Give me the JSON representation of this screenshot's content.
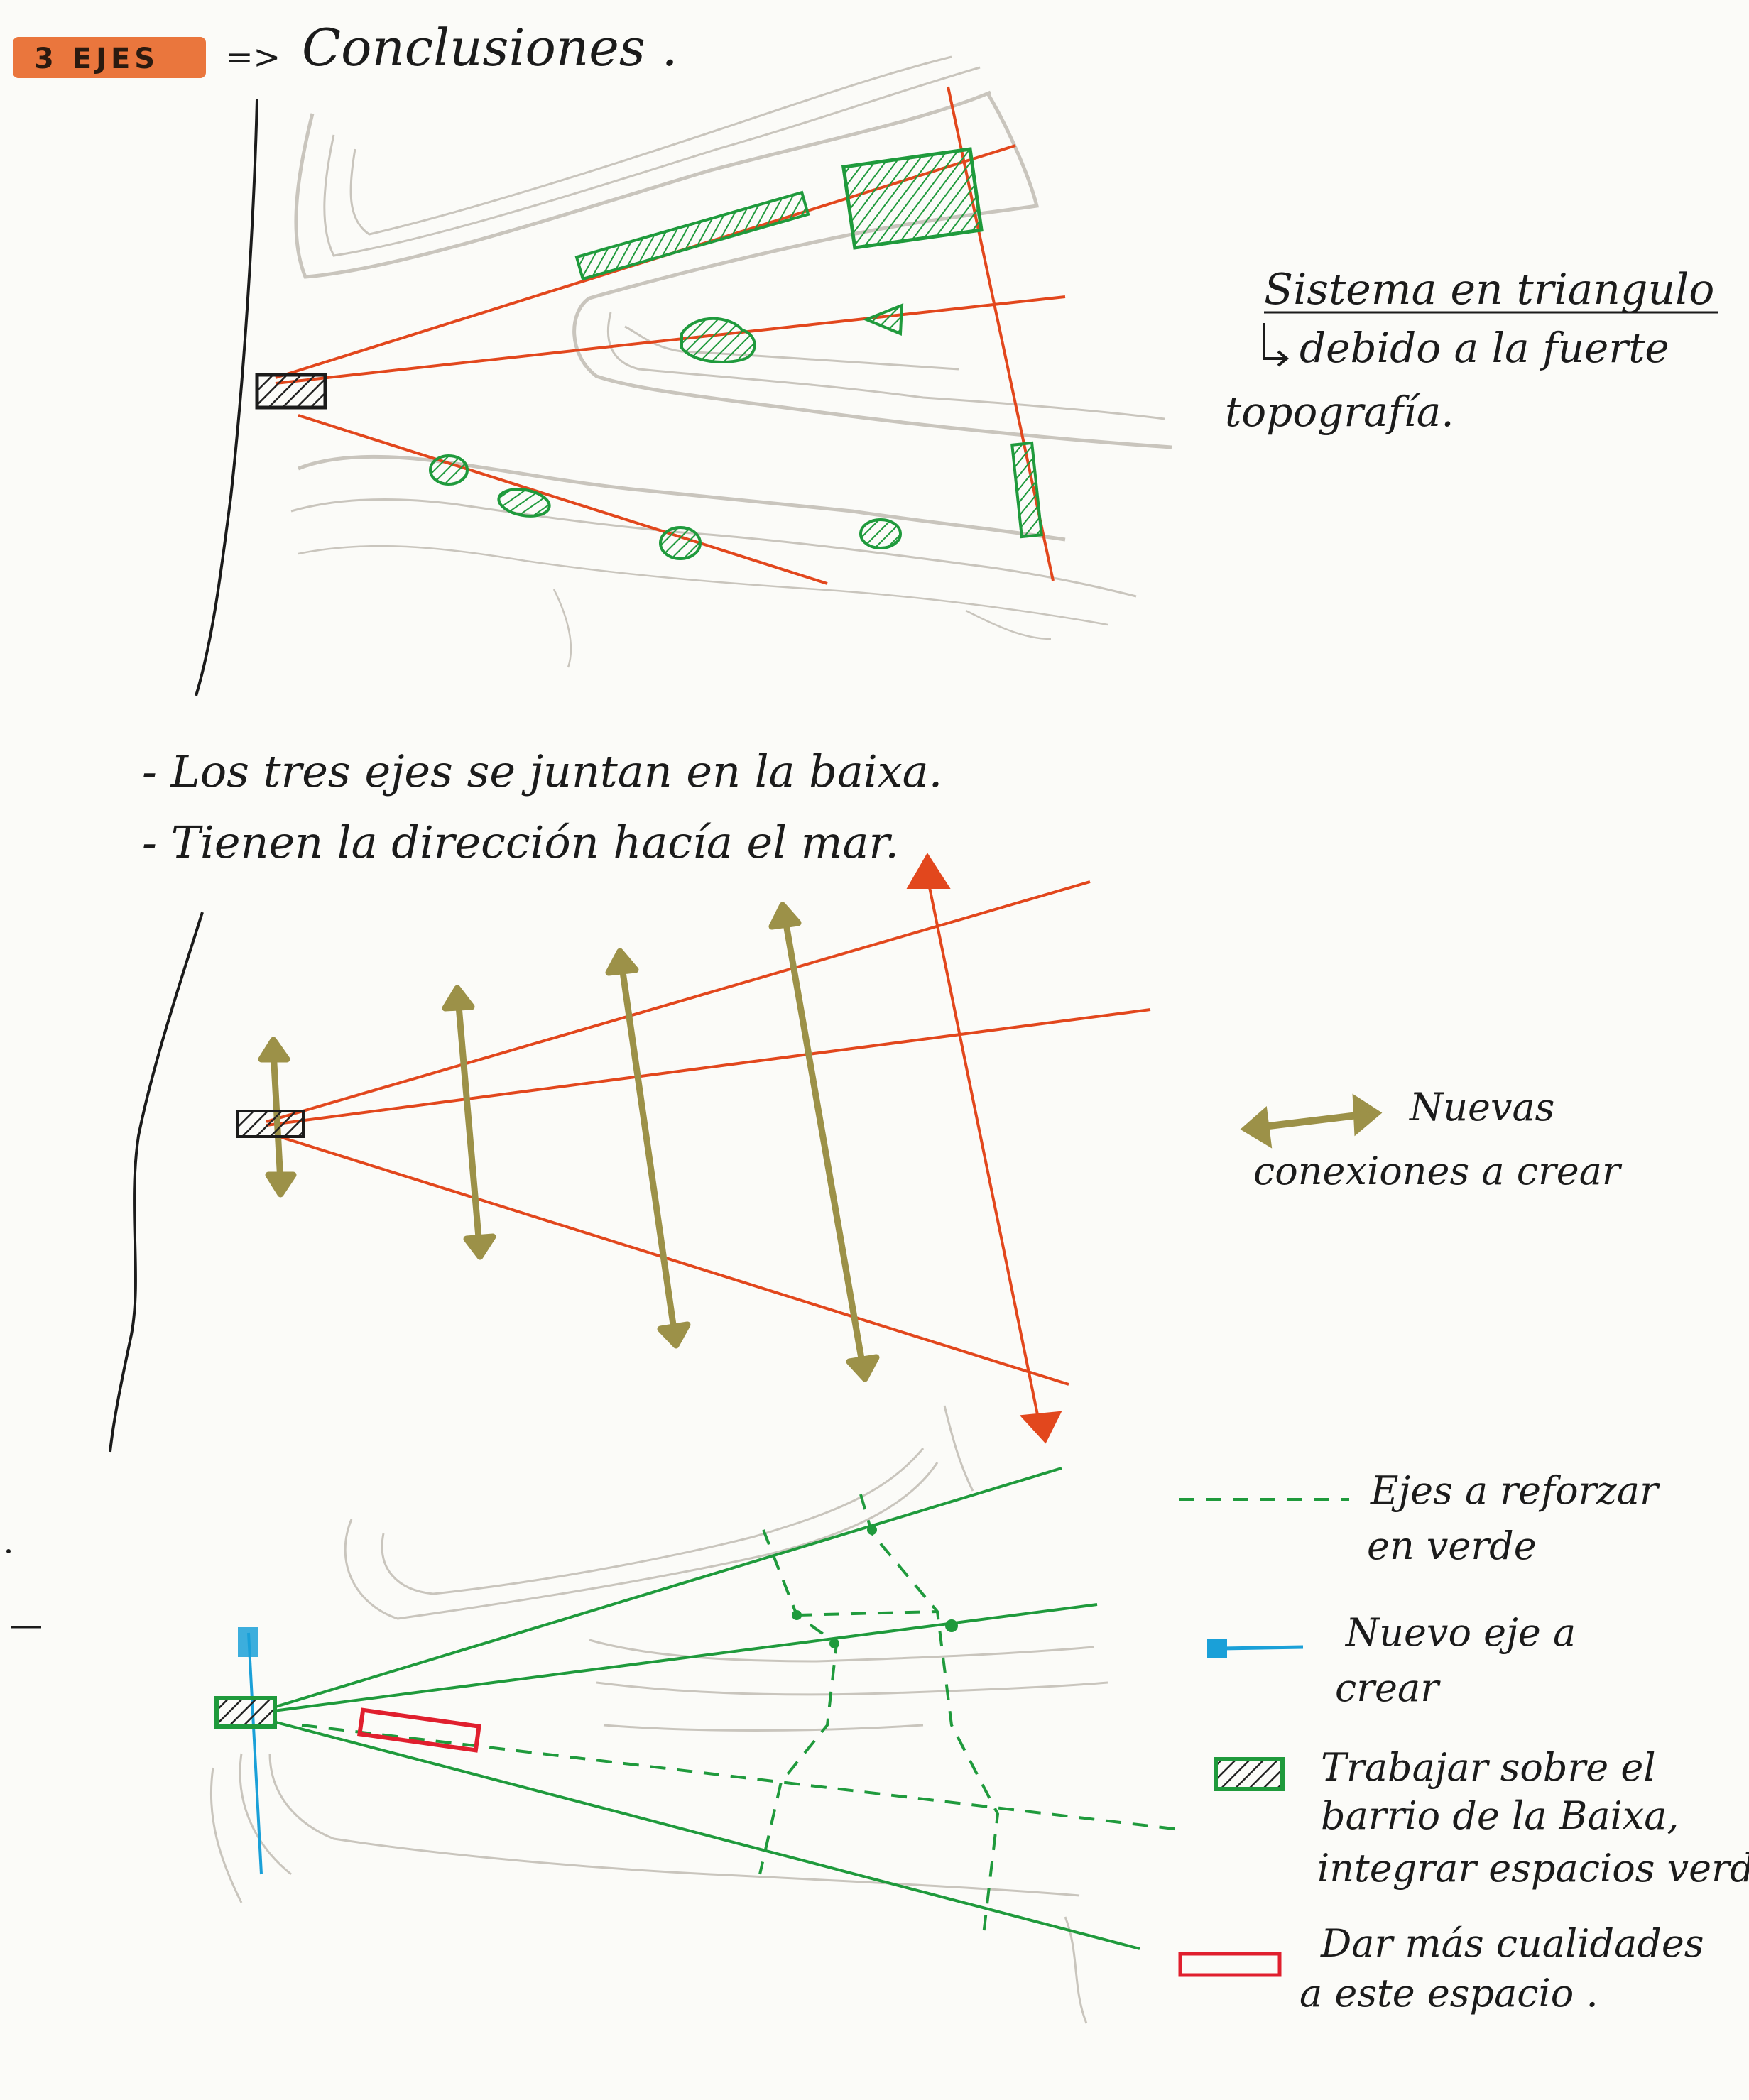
{
  "header": {
    "tag": "3 EJES",
    "arrow": "=>",
    "title": "Conclusiones ."
  },
  "colors": {
    "ink": "#1b1b1b",
    "axis_red": "#e2471d",
    "green": "#1f9a3c",
    "olive": "#9c9148",
    "blue": "#1aa0d8",
    "frame_red": "#e01f2e",
    "tag_orange": "#e86a2c",
    "topo_gray": "#c9c5bd"
  },
  "diagram1": {
    "note_title": "Sistema en triangulo",
    "note_line1": "debido a la fuerte",
    "note_line2": "topografía."
  },
  "diagram2": {
    "bullet1": "- Los tres ejes se juntan en la baixa.",
    "bullet2": "- Tienen la dirección hacía el mar.",
    "legend_line1": "Nuevas",
    "legend_line2": "conexiones a crear"
  },
  "diagram3": {
    "legend": [
      {
        "icon": "dashed-green-line-icon",
        "lines": [
          "Ejes a reforzar",
          "en verde"
        ]
      },
      {
        "icon": "blue-axis-icon",
        "lines": [
          "Nuevo eje a",
          "crear"
        ]
      },
      {
        "icon": "hatched-green-box-icon",
        "lines": [
          "Trabajar sobre el",
          "barrio de la Baixa,",
          "integrar espacios verdes"
        ]
      },
      {
        "icon": "red-rectangle-icon",
        "lines": [
          "Dar más cualidades",
          "a este espacio ."
        ]
      }
    ]
  }
}
